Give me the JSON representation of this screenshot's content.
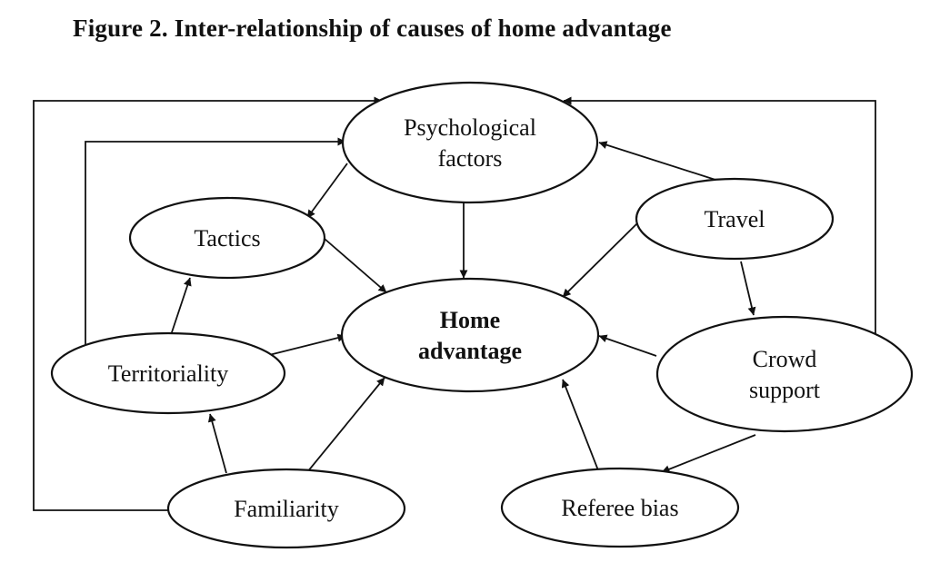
{
  "title": "Figure 2.  Inter-relationship of causes of home advantage",
  "nodes": [
    {
      "id": "psychological-factors",
      "lines": [
        "Psychological",
        "factors"
      ],
      "bold": false
    },
    {
      "id": "tactics",
      "lines": [
        "Tactics"
      ],
      "bold": false
    },
    {
      "id": "travel",
      "lines": [
        "Travel"
      ],
      "bold": false
    },
    {
      "id": "home-advantage",
      "lines": [
        "Home",
        "advantage"
      ],
      "bold": true
    },
    {
      "id": "territoriality",
      "lines": [
        "Territoriality"
      ],
      "bold": false
    },
    {
      "id": "crowd-support",
      "lines": [
        "Crowd",
        "support"
      ],
      "bold": false
    },
    {
      "id": "familiarity",
      "lines": [
        "Familiarity"
      ],
      "bold": false
    },
    {
      "id": "referee-bias",
      "lines": [
        "Referee bias"
      ],
      "bold": false
    }
  ],
  "edges": [
    {
      "from": "psychological-factors",
      "to": "tactics"
    },
    {
      "from": "psychological-factors",
      "to": "home-advantage"
    },
    {
      "from": "travel",
      "to": "psychological-factors"
    },
    {
      "from": "travel",
      "to": "home-advantage"
    },
    {
      "from": "travel",
      "to": "crowd-support"
    },
    {
      "from": "tactics",
      "to": "home-advantage"
    },
    {
      "from": "territoriality",
      "to": "tactics"
    },
    {
      "from": "territoriality",
      "to": "home-advantage"
    },
    {
      "from": "territoriality",
      "to": "psychological-factors"
    },
    {
      "from": "crowd-support",
      "to": "home-advantage"
    },
    {
      "from": "crowd-support",
      "to": "referee-bias"
    },
    {
      "from": "crowd-support",
      "to": "psychological-factors"
    },
    {
      "from": "familiarity",
      "to": "territoriality"
    },
    {
      "from": "familiarity",
      "to": "home-advantage"
    },
    {
      "from": "familiarity",
      "to": "psychological-factors"
    },
    {
      "from": "referee-bias",
      "to": "home-advantage"
    }
  ]
}
